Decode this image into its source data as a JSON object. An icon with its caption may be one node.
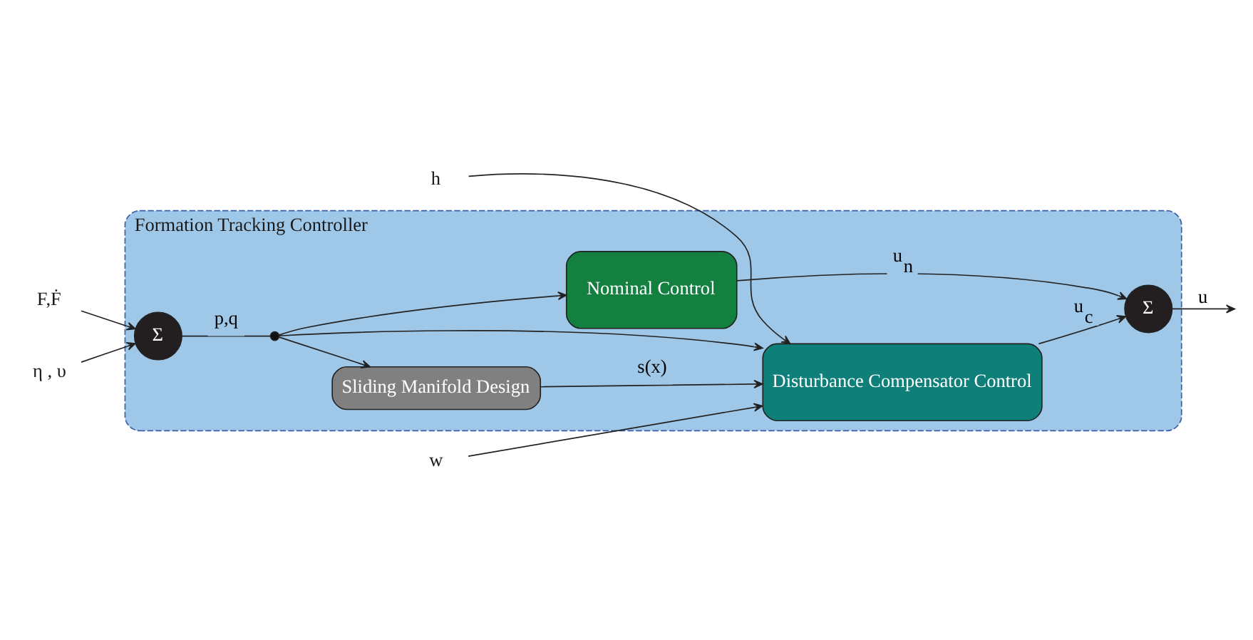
{
  "diagram": {
    "nodes": [
      {
        "text": [
          "Formation Tracking Controller"
        ]
      },
      {
        "text": [
          "h"
        ]
      },
      {
        "text": [
          "F,Ḟ"
        ]
      },
      {
        "text": [
          "η , υ"
        ]
      },
      {
        "text": [
          "w"
        ]
      },
      {
        "text": [
          "Σ"
        ],
        "in": 0
      },
      {
        "text": [],
        "shape": "circle",
        "in": 0
      },
      {
        "text": [
          "Sliding Manifold Design"
        ],
        "in": 0
      },
      {
        "text": [
          "Nominal Control"
        ],
        "in": 0
      },
      {
        "text": [
          "Disturbance Compensator Control"
        ],
        "in": 0
      },
      {
        "text": [
          "Σ"
        ],
        "in": 0
      }
    ],
    "edges": [
      {
        "from": 2,
        "to": 5,
        "arrow": "to"
      },
      {
        "from": 3,
        "to": 5,
        "arrow": "to"
      },
      {
        "from": 5,
        "to": 6,
        "arrow": "none",
        "label": "p,q"
      },
      {
        "from": 6,
        "to": 7,
        "arrow": "to"
      },
      {
        "from": 6,
        "to": 8,
        "arrow": "to"
      },
      {
        "from": 1,
        "to": 9,
        "arrow": "to"
      },
      {
        "from": 7,
        "to": 9,
        "arrow": "to",
        "label": "s(x)"
      },
      {
        "from": 6,
        "to": 9,
        "arrow": "to"
      },
      {
        "from": 4,
        "to": 9,
        "arrow": "to"
      },
      {
        "from": 8,
        "to": 10,
        "arrow": "to",
        "label": "u$_{n}$"
      },
      {
        "from": 9,
        "to": 10,
        "arrow": "to",
        "label": "u$_{c}$"
      },
      {
        "from": 10,
        "to": null,
        "arrow": "to",
        "label": "u"
      }
    ]
  }
}
